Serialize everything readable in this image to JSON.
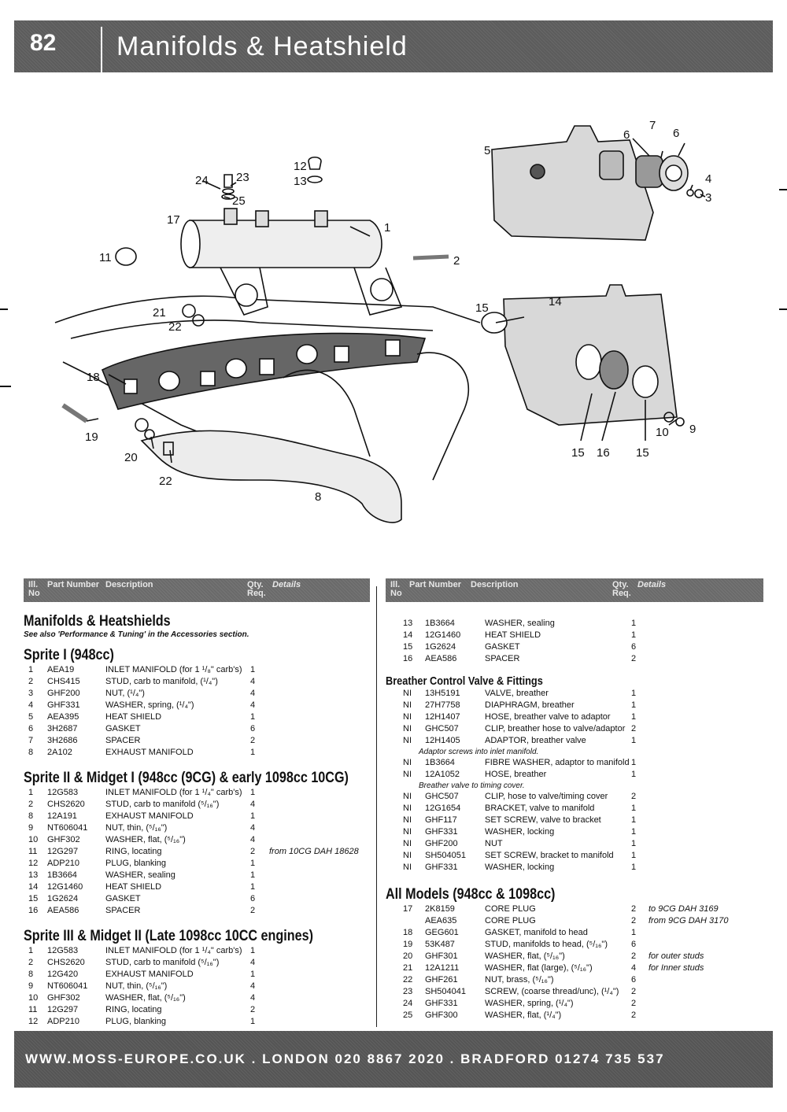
{
  "header": {
    "page_number": "82",
    "title": "Manifolds & Heatshield"
  },
  "diagram_labels": {
    "l1": "1",
    "l2": "2",
    "l3": "3",
    "l4": "4",
    "l5": "5",
    "l6a": "6",
    "l6b": "6",
    "l7": "7",
    "l8": "8",
    "l9": "9",
    "l10": "10",
    "l11": "11",
    "l12": "12",
    "l13": "13",
    "l14": "14",
    "l15a": "15",
    "l15b": "15",
    "l15c": "15",
    "l16": "16",
    "l17": "17",
    "l18": "18",
    "l19": "19",
    "l20": "20",
    "l21": "21",
    "l22a": "22",
    "l22b": "22",
    "l23": "23",
    "l24": "24",
    "l25": "25"
  },
  "table_header": {
    "ill_no": "Ill. No",
    "part_number": "Part Number",
    "description": "Description",
    "qty": "Qty. Req.",
    "details": "Details"
  },
  "left": {
    "title": "Manifolds & Heatshields",
    "note": "See also 'Performance & Tuning' in the Accessories section.",
    "sections": [
      {
        "title": "Sprite I (948cc)",
        "rows": [
          {
            "no": "1",
            "part": "AEA19",
            "desc": "INLET MANIFOLD (for 1 ¹/₈\" carb's)",
            "qty": "1",
            "det": ""
          },
          {
            "no": "2",
            "part": "CHS415",
            "desc": "STUD, carb to manifold, (¹/₄\")",
            "qty": "4",
            "det": ""
          },
          {
            "no": "3",
            "part": "GHF200",
            "desc": "NUT, (¹/₄\")",
            "qty": "4",
            "det": ""
          },
          {
            "no": "4",
            "part": "GHF331",
            "desc": "WASHER, spring, (¹/₄\")",
            "qty": "4",
            "det": ""
          },
          {
            "no": "5",
            "part": "AEA395",
            "desc": "HEAT SHIELD",
            "qty": "1",
            "det": ""
          },
          {
            "no": "6",
            "part": "3H2687",
            "desc": "GASKET",
            "qty": "6",
            "det": ""
          },
          {
            "no": "7",
            "part": "3H2686",
            "desc": "SPACER",
            "qty": "2",
            "det": ""
          },
          {
            "no": "8",
            "part": "2A102",
            "desc": "EXHAUST MANIFOLD",
            "qty": "1",
            "det": ""
          }
        ]
      },
      {
        "title": "Sprite II & Midget I (948cc (9CG) & early 1098cc 10CG)",
        "rows": [
          {
            "no": "1",
            "part": "12G583",
            "desc": "INLET MANIFOLD (for 1 ¹/₄\" carb's)",
            "qty": "1",
            "det": ""
          },
          {
            "no": "2",
            "part": "CHS2620",
            "desc": "STUD, carb to manifold (⁵/₁₆\")",
            "qty": "4",
            "det": ""
          },
          {
            "no": "8",
            "part": "12A191",
            "desc": "EXHAUST MANIFOLD",
            "qty": "1",
            "det": ""
          },
          {
            "no": "9",
            "part": "NT606041",
            "desc": "NUT, thin, (⁵/₁₆\")",
            "qty": "4",
            "det": ""
          },
          {
            "no": "10",
            "part": "GHF302",
            "desc": "WASHER, flat, (⁵/₁₆\")",
            "qty": "4",
            "det": ""
          },
          {
            "no": "11",
            "part": "12G297",
            "desc": "RING, locating",
            "qty": "2",
            "det": "from 10CG DAH 18628"
          },
          {
            "no": "12",
            "part": "ADP210",
            "desc": "PLUG, blanking",
            "qty": "1",
            "det": ""
          },
          {
            "no": "13",
            "part": "1B3664",
            "desc": "WASHER, sealing",
            "qty": "1",
            "det": ""
          },
          {
            "no": "14",
            "part": "12G1460",
            "desc": "HEAT SHIELD",
            "qty": "1",
            "det": ""
          },
          {
            "no": "15",
            "part": "1G2624",
            "desc": "GASKET",
            "qty": "6",
            "det": ""
          },
          {
            "no": "16",
            "part": "AEA586",
            "desc": "SPACER",
            "qty": "2",
            "det": ""
          }
        ]
      },
      {
        "title": "Sprite III & Midget II (Late 1098cc 10CC engines)",
        "rows": [
          {
            "no": "1",
            "part": "12G583",
            "desc": "INLET MANIFOLD (for 1 ¹/₄\" carb's)",
            "qty": "1",
            "det": ""
          },
          {
            "no": "2",
            "part": "CHS2620",
            "desc": "STUD, carb to manifold (⁵/₁₆\")",
            "qty": "4",
            "det": ""
          },
          {
            "no": "8",
            "part": "12G420",
            "desc": "EXHAUST MANIFOLD",
            "qty": "1",
            "det": ""
          },
          {
            "no": "9",
            "part": "NT606041",
            "desc": "NUT, thin, (⁵/₁₆\")",
            "qty": "4",
            "det": ""
          },
          {
            "no": "10",
            "part": "GHF302",
            "desc": "WASHER, flat, (⁵/₁₆\")",
            "qty": "4",
            "det": ""
          },
          {
            "no": "11",
            "part": "12G297",
            "desc": "RING, locating",
            "qty": "2",
            "det": ""
          },
          {
            "no": "12",
            "part": "ADP210",
            "desc": "PLUG, blanking",
            "qty": "1",
            "det": ""
          }
        ]
      }
    ]
  },
  "right": {
    "top_rows": [
      {
        "no": "13",
        "part": "1B3664",
        "desc": "WASHER, sealing",
        "qty": "1",
        "det": ""
      },
      {
        "no": "14",
        "part": "12G1460",
        "desc": "HEAT SHIELD",
        "qty": "1",
        "det": ""
      },
      {
        "no": "15",
        "part": "1G2624",
        "desc": "GASKET",
        "qty": "6",
        "det": ""
      },
      {
        "no": "16",
        "part": "AEA586",
        "desc": "SPACER",
        "qty": "2",
        "det": ""
      }
    ],
    "breather": {
      "title": "Breather Control Valve & Fittings",
      "rows": [
        {
          "no": "NI",
          "part": "13H5191",
          "desc": "VALVE, breather",
          "qty": "1",
          "det": ""
        },
        {
          "no": "NI",
          "part": "27H7758",
          "desc": "    DIAPHRAGM, breather",
          "qty": "1",
          "det": ""
        },
        {
          "no": "NI",
          "part": "12H1407",
          "desc": "HOSE, breather valve to adaptor",
          "qty": "1",
          "det": ""
        },
        {
          "no": "NI",
          "part": "GHC507",
          "desc": "CLIP, breather hose to valve/adaptor",
          "qty": "2",
          "det": ""
        },
        {
          "no": "NI",
          "part": "12H1405",
          "desc": "ADAPTOR, breather valve",
          "qty": "1",
          "det": ""
        },
        {
          "sub": "Adaptor screws into inlet manifold."
        },
        {
          "no": "NI",
          "part": "1B3664",
          "desc": "FIBRE WASHER, adaptor to manifold",
          "qty": "1",
          "det": ""
        },
        {
          "no": "NI",
          "part": "12A1052",
          "desc": "HOSE, breather",
          "qty": "1",
          "det": ""
        },
        {
          "sub": "Breather valve to timing cover."
        },
        {
          "no": "NI",
          "part": "GHC507",
          "desc": "CLIP, hose to valve/timing cover",
          "qty": "2",
          "det": ""
        },
        {
          "no": "NI",
          "part": "12G1654",
          "desc": "BRACKET, valve to manifold",
          "qty": "1",
          "det": ""
        },
        {
          "no": "NI",
          "part": "GHF117",
          "desc": "SET SCREW, valve to bracket",
          "qty": "1",
          "det": ""
        },
        {
          "no": "NI",
          "part": "GHF331",
          "desc": "WASHER, locking",
          "qty": "1",
          "det": ""
        },
        {
          "no": "NI",
          "part": "GHF200",
          "desc": "NUT",
          "qty": "1",
          "det": ""
        },
        {
          "no": "NI",
          "part": "SH504051",
          "desc": "SET SCREW, bracket to manifold",
          "qty": "1",
          "det": ""
        },
        {
          "no": "NI",
          "part": "GHF331",
          "desc": "WASHER, locking",
          "qty": "1",
          "det": ""
        }
      ]
    },
    "all_models": {
      "title": "All Models (948cc & 1098cc)",
      "rows": [
        {
          "no": "17",
          "part": "2K8159",
          "desc": "CORE PLUG",
          "qty": "2",
          "det": "to 9CG DAH 3169"
        },
        {
          "no": "",
          "part": "AEA635",
          "desc": "CORE PLUG",
          "qty": "2",
          "det": "from 9CG DAH 3170"
        },
        {
          "no": "18",
          "part": "GEG601",
          "desc": "GASKET, manifold to head",
          "qty": "1",
          "det": ""
        },
        {
          "no": "19",
          "part": "53K487",
          "desc": "STUD, manifolds to head, (⁵/₁₆\")",
          "qty": "6",
          "det": ""
        },
        {
          "no": "20",
          "part": "GHF301",
          "desc": "WASHER, flat, (⁵/₁₆\")",
          "qty": "2",
          "det": "for outer studs"
        },
        {
          "no": "21",
          "part": "12A1211",
          "desc": "WASHER, flat (large), (⁵/₁₆\")",
          "qty": "4",
          "det": "for Inner studs"
        },
        {
          "no": "22",
          "part": "GHF261",
          "desc": "NUT, brass, (⁵/₁₆\")",
          "qty": "6",
          "det": ""
        },
        {
          "no": "23",
          "part": "SH504041",
          "desc": "SCREW, (coarse thread/unc), (¹/₄\")",
          "qty": "2",
          "det": ""
        },
        {
          "no": "24",
          "part": "GHF331",
          "desc": "WASHER, spring, (¹/₄\")",
          "qty": "2",
          "det": ""
        },
        {
          "no": "25",
          "part": "GHF300",
          "desc": "WASHER, flat, (¹/₄\")",
          "qty": "2",
          "det": ""
        }
      ]
    }
  },
  "footer": {
    "text": "WWW.MOSS-EUROPE.CO.UK . LONDON 020 8867 2020 . BRADFORD 01274 735 537"
  }
}
